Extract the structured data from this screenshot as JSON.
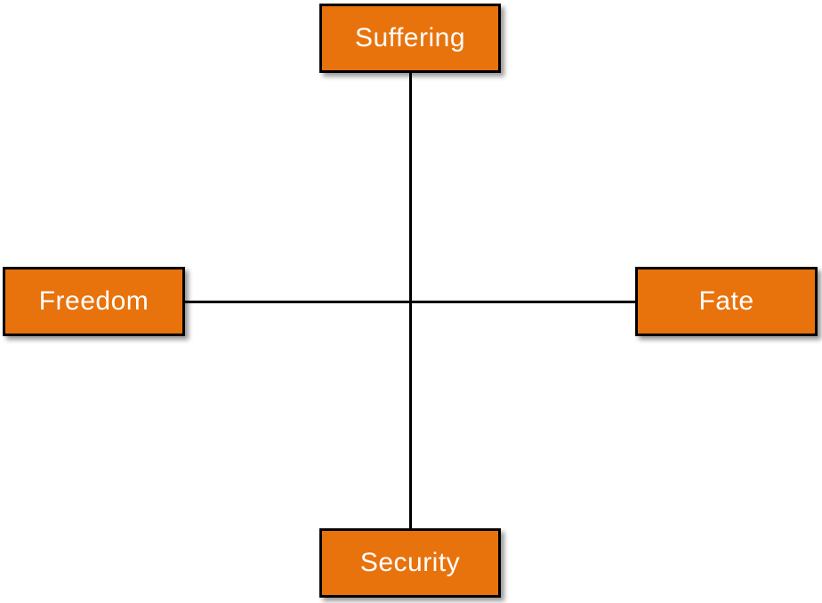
{
  "diagram": {
    "type": "cross-axis-concept-diagram",
    "background": "#ffffff",
    "colors": {
      "node_fill": "#e8730d",
      "node_border": "#000000",
      "node_text": "#ffffff",
      "line_color": "#000000"
    },
    "nodes": [
      {
        "id": "top",
        "position": "top",
        "label": "Suffering"
      },
      {
        "id": "left",
        "position": "left",
        "label": "Freedom"
      },
      {
        "id": "right",
        "position": "right",
        "label": "Fate"
      },
      {
        "id": "bottom",
        "position": "bottom",
        "label": "Security"
      }
    ],
    "connectors": [
      {
        "id": "vertical",
        "from": "top",
        "to": "bottom"
      },
      {
        "id": "horizontal",
        "from": "left",
        "to": "right"
      }
    ]
  }
}
